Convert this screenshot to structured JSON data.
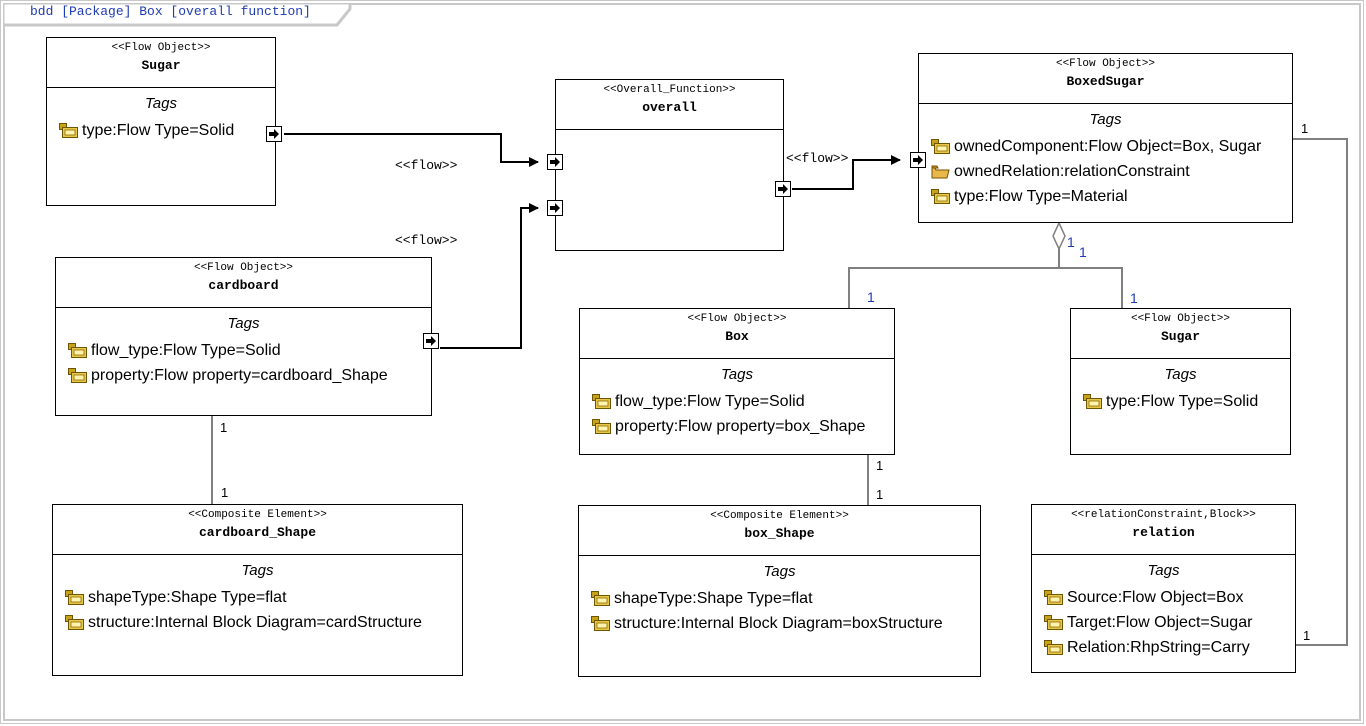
{
  "frame": {
    "label": "bdd [Package] Box [overall function]"
  },
  "blocks": {
    "sugar_top": {
      "stereotype": "<<Flow Object>>",
      "name": "Sugar",
      "section": "Tags",
      "tags": [
        {
          "text": "type:Flow Type=Solid",
          "icon": "tag-icon"
        }
      ]
    },
    "overall": {
      "stereotype": "<<Overall_Function>>",
      "name": "overall"
    },
    "boxed_sugar": {
      "stereotype": "<<Flow Object>>",
      "name": "BoxedSugar",
      "section": "Tags",
      "tags": [
        {
          "text": "ownedComponent:Flow Object=Box, Sugar",
          "icon": "tag-icon"
        },
        {
          "text": "ownedRelation:relationConstraint",
          "icon": "folder-tag-icon"
        },
        {
          "text": "type:Flow Type=Material",
          "icon": "tag-icon"
        }
      ]
    },
    "cardboard": {
      "stereotype": "<<Flow Object>>",
      "name": "cardboard",
      "section": "Tags",
      "tags": [
        {
          "text": "flow_type:Flow Type=Solid",
          "icon": "tag-icon"
        },
        {
          "text": "property:Flow property=cardboard_Shape",
          "icon": "tag-icon"
        }
      ]
    },
    "box": {
      "stereotype": "<<Flow Object>>",
      "name": "Box",
      "section": "Tags",
      "tags": [
        {
          "text": "flow_type:Flow Type=Solid",
          "icon": "tag-icon"
        },
        {
          "text": "property:Flow property=box_Shape",
          "icon": "tag-icon"
        }
      ]
    },
    "sugar_part": {
      "stereotype": "<<Flow Object>>",
      "name": "Sugar",
      "section": "Tags",
      "tags": [
        {
          "text": "type:Flow Type=Solid",
          "icon": "tag-icon"
        }
      ]
    },
    "cardboard_shape": {
      "stereotype": "<<Composite Element>>",
      "name": "cardboard_Shape",
      "section": "Tags",
      "tags": [
        {
          "text": "shapeType:Shape Type=flat",
          "icon": "tag-icon"
        },
        {
          "text": "structure:Internal Block Diagram=cardStructure",
          "icon": "tag-icon"
        }
      ]
    },
    "box_shape": {
      "stereotype": "<<Composite Element>>",
      "name": "box_Shape",
      "section": "Tags",
      "tags": [
        {
          "text": "shapeType:Shape Type=flat",
          "icon": "tag-icon"
        },
        {
          "text": "structure:Internal Block Diagram=boxStructure",
          "icon": "tag-icon"
        }
      ]
    },
    "relation": {
      "stereotype": "<<relationConstraint,Block>>",
      "name": "relation",
      "section": "Tags",
      "tags": [
        {
          "text": "Source:Flow Object=Box",
          "icon": "tag-icon"
        },
        {
          "text": "Target:Flow Object=Sugar",
          "icon": "tag-icon"
        },
        {
          "text": "Relation:RhpString=Carry",
          "icon": "tag-icon"
        }
      ]
    }
  },
  "flows": {
    "flow1": "<<flow>>",
    "flow2": "<<flow>>",
    "flow3": "<<flow>>"
  },
  "multiplicities": {
    "agg_left_end": "1",
    "agg_right_end": "1",
    "box_end": "1",
    "sugar_end": "1",
    "card_top": "1",
    "card_bottom": "1",
    "box_top": "1",
    "box_bottom": "1",
    "rel_boxed": "1",
    "rel_relation": "1"
  },
  "colors": {
    "multiplicity_blue": "#1f3bb3",
    "frame_gray": "#c8c8c8",
    "line_gray": "#808080"
  }
}
